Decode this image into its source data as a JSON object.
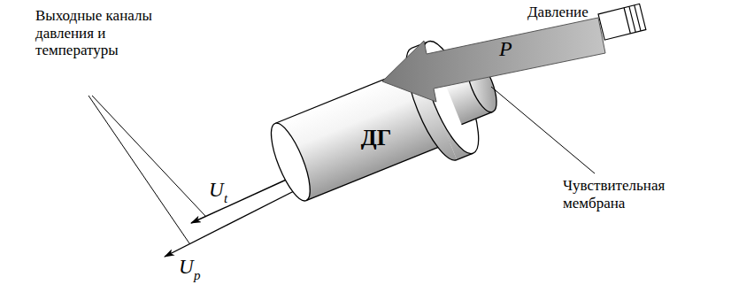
{
  "diagram": {
    "nodes": [
      {
        "text": [
          "ДГ"
        ]
      },
      {
        "text": [
          "P"
        ]
      }
    ],
    "labels": [
      "Давление",
      "Выходные каналы давления и температуры",
      "U",
      "t",
      "U",
      "p",
      "Чувствительная мембрана"
    ]
  }
}
